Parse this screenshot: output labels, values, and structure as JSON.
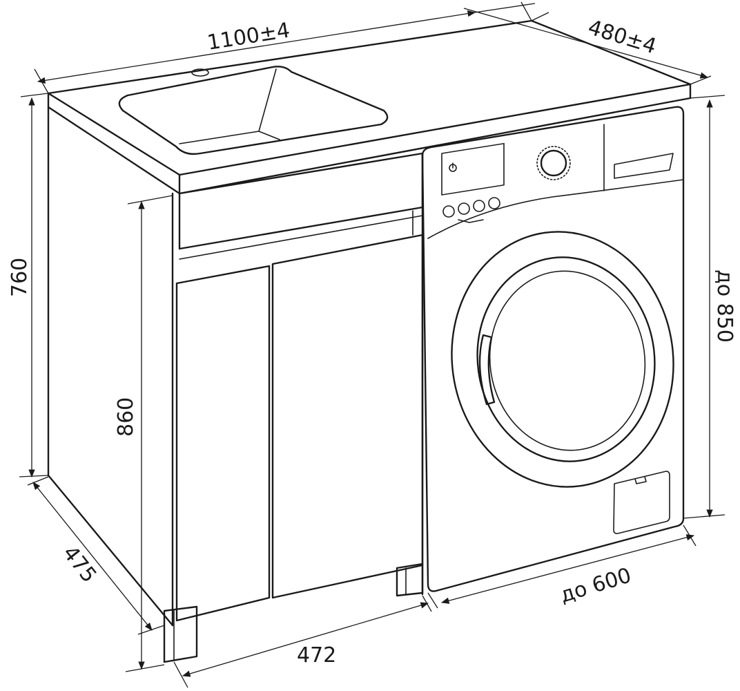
{
  "dimensions": {
    "top_width": "1100±4",
    "top_depth": "480±4",
    "cabinet_height": "760",
    "total_height": "860",
    "side_depth": "475",
    "cabinet_width": "472",
    "machine_width": "до 600",
    "machine_height": "до 850"
  },
  "colors": {
    "line": "#1a1a1a",
    "background": "#ffffff"
  },
  "icons": {
    "power": "power-icon",
    "detergent_drawer": "drawer-handle-icon",
    "program_knob": "knob-icon"
  }
}
